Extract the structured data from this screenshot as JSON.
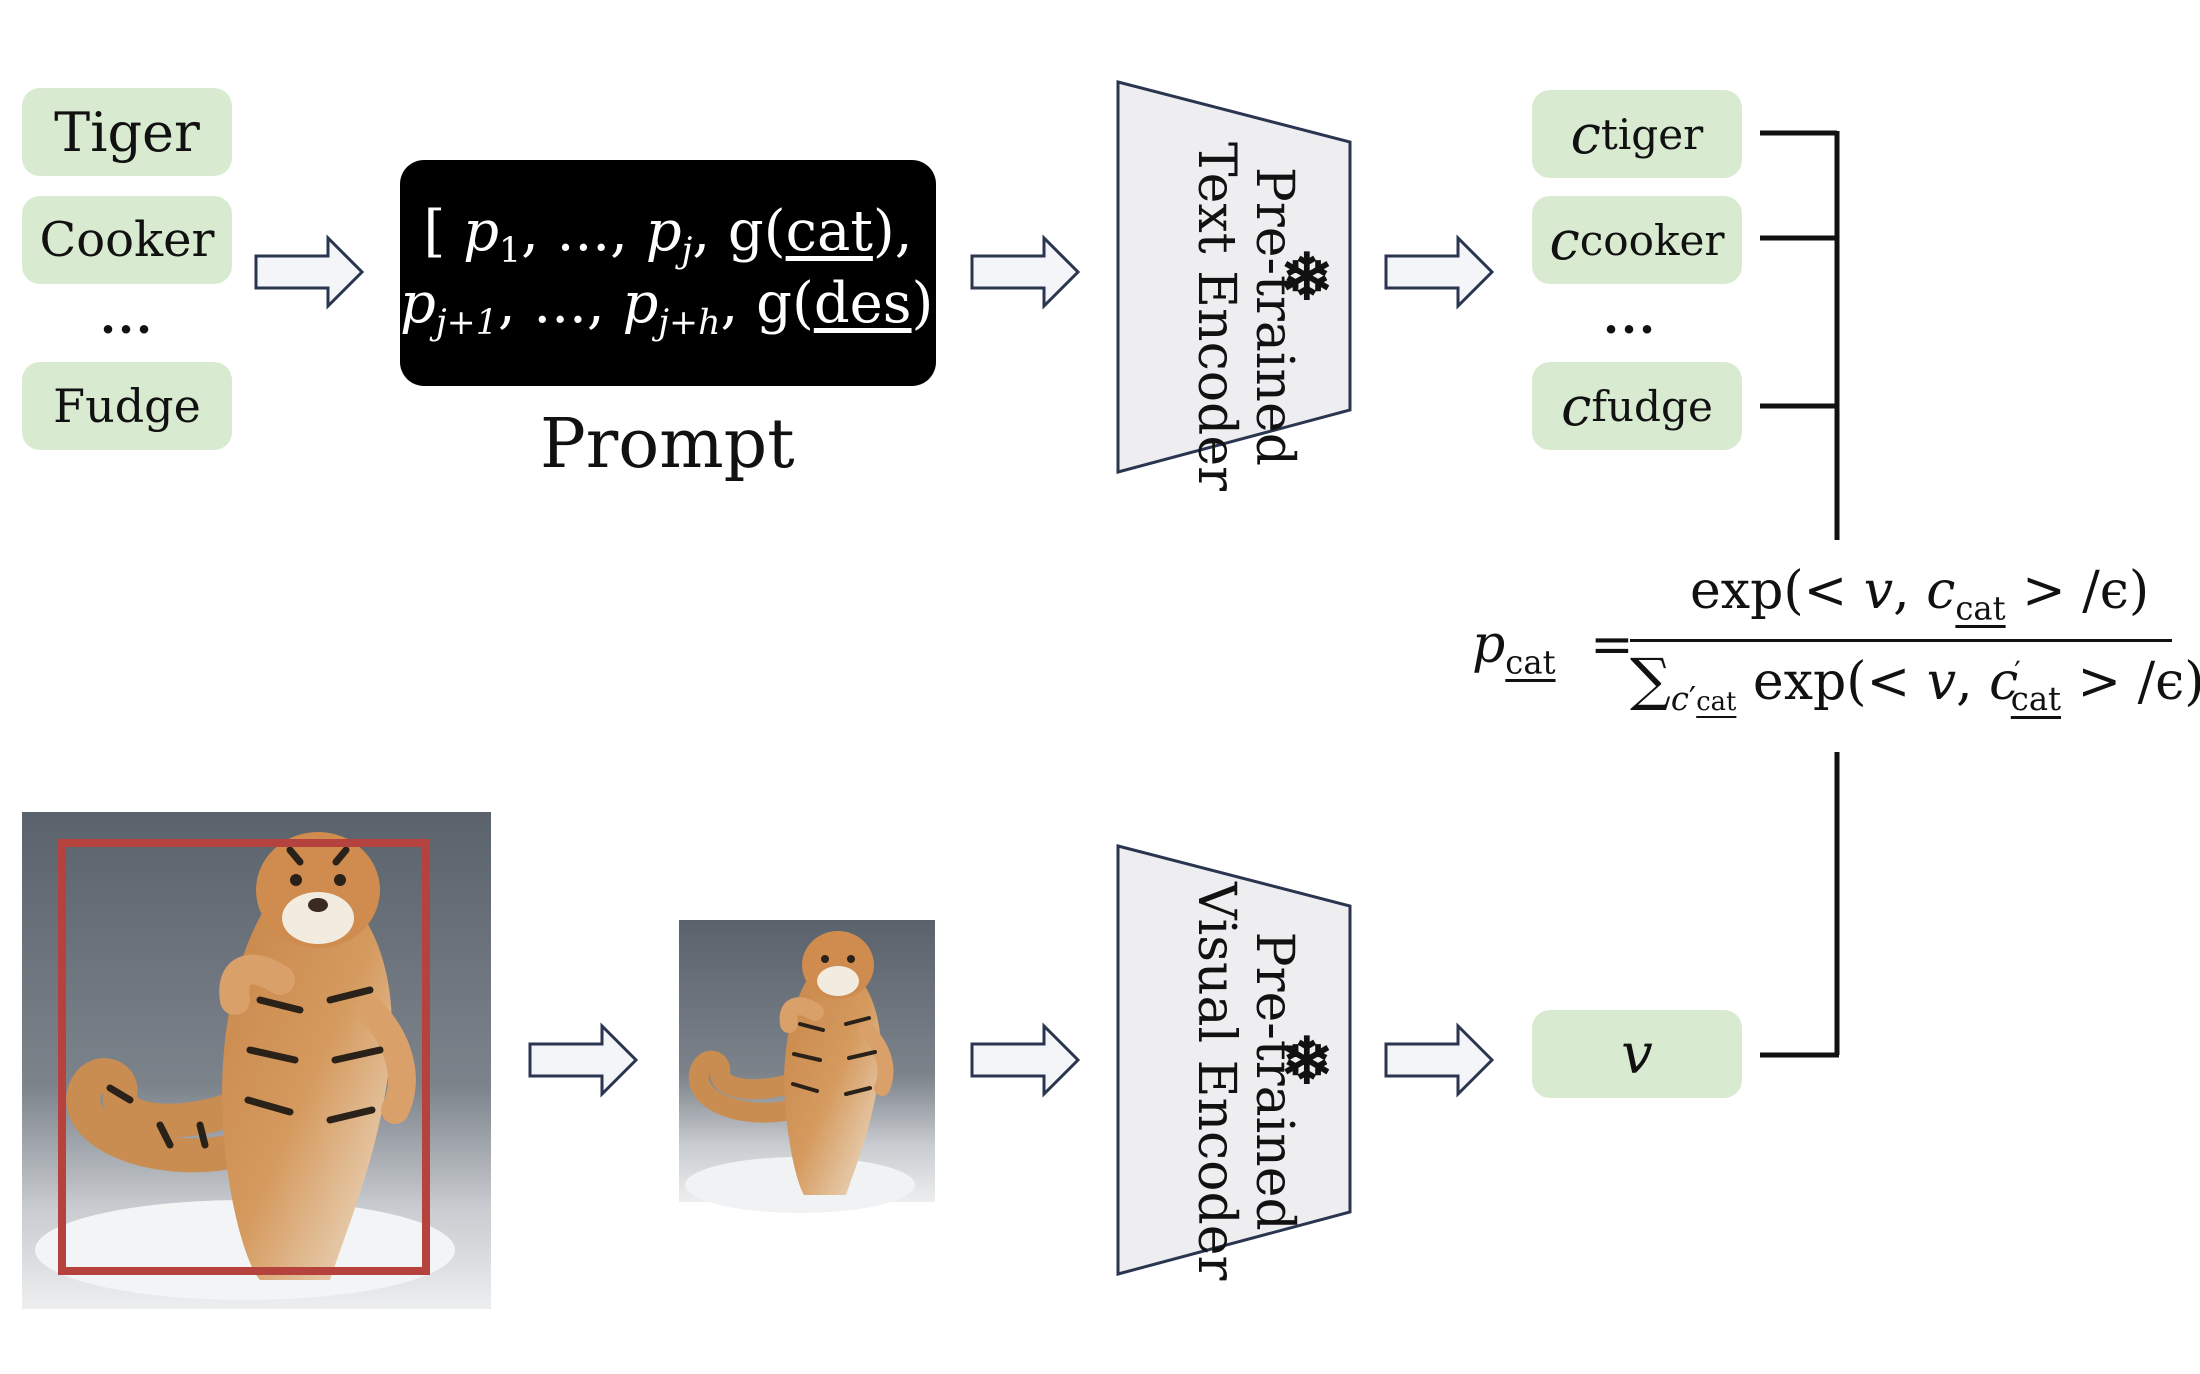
{
  "classes": {
    "tiger": "Tiger",
    "cooker": "Cooker",
    "ellipsis": "...",
    "fudge": "Fudge"
  },
  "prompt": {
    "line1": {
      "open": "[",
      "p": "p",
      "p_sub_1": "1",
      "comma_ellipsis": ",  ...,",
      "pj": "p",
      "pj_sub": "j",
      "g": "g(",
      "cat": "cat",
      "close": "),"
    },
    "line2": {
      "p": "p",
      "p_sub": "j+1",
      "mid": ", ...,",
      "ph": "p",
      "ph_sub": "j+h",
      "g": ", g(",
      "des": "des",
      "close": ")]"
    },
    "caption": "Prompt"
  },
  "text_encoder": {
    "line1": "Pre-trained",
    "line2": "Text Encoder",
    "frozen_icon": "snowflake-icon",
    "frozen_glyph": "❄"
  },
  "visual_encoder": {
    "line1": "Pre-trained",
    "line2": "Visual Encoder",
    "frozen_icon": "snowflake-icon",
    "frozen_glyph": "❄"
  },
  "embeddings": {
    "c_symbol": "c",
    "tiger_sub": "tiger",
    "cooker_sub": "cooker",
    "ellipsis": "...",
    "fudge_sub": "fudge",
    "v": "v"
  },
  "formula": {
    "lhs_p": "p",
    "lhs_sub": "cat",
    "equals": "=",
    "num_exp": "exp(< ",
    "num_v": "v",
    "num_comma": ", ",
    "num_c": "c",
    "num_c_sub": "cat",
    "num_tail": " > /ϵ)",
    "den_sum": "∑",
    "den_sum_c": "c",
    "den_sum_prime": "′",
    "den_sum_sub": "cat",
    "den_exp": " exp(< ",
    "den_v": "v",
    "den_comma": ", ",
    "den_c": "c",
    "den_c_prime": "′",
    "den_c_sub": "cat",
    "den_tail": " > /ϵ)"
  },
  "colors": {
    "pill_green": "#d8ead0",
    "encoder_fill": "#eeeef0",
    "encoder_stroke": "#2a3550",
    "arrow_stroke": "#2a3550",
    "bbox_red": "#b5423c",
    "prompt_bg": "#000000"
  },
  "images": {
    "original": "tiger-photo-with-box",
    "crop": "tiger-crop"
  }
}
